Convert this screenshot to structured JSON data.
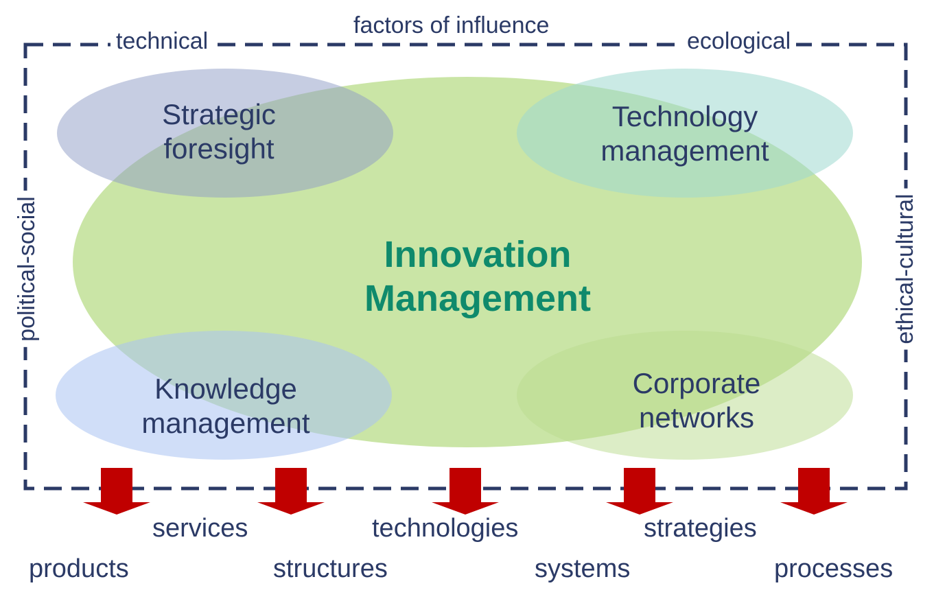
{
  "frame": {
    "title": "factors of influence",
    "top_left": "technical",
    "top_right": "ecological",
    "left": "political-social",
    "right": "ethical-cultural"
  },
  "center": {
    "line1": "Innovation",
    "line2": "Management"
  },
  "bubbles": {
    "strategic_foresight": {
      "line1": "Strategic",
      "line2": "foresight"
    },
    "technology_management": {
      "line1": "Technology",
      "line2": "management"
    },
    "knowledge_management": {
      "line1": "Knowledge",
      "line2": "management"
    },
    "corporate_networks": {
      "line1": "Corporate",
      "line2": "networks"
    }
  },
  "outputs": {
    "services": "services",
    "technologies": "technologies",
    "strategies": "strategies",
    "products": "products",
    "structures": "structures",
    "systems": "systems",
    "processes": "processes"
  },
  "colors": {
    "frame": "#2b3a66",
    "center_ellipse": "#a6d46a",
    "center_text": "#0f8a6c",
    "strategic_ellipse": "#8d9cc6",
    "technology_ellipse": "#9ed8cf",
    "knowledge_ellipse": "#a9c3f3",
    "corporate_ellipse": "#b9dc8e",
    "arrow": "#c00000"
  }
}
